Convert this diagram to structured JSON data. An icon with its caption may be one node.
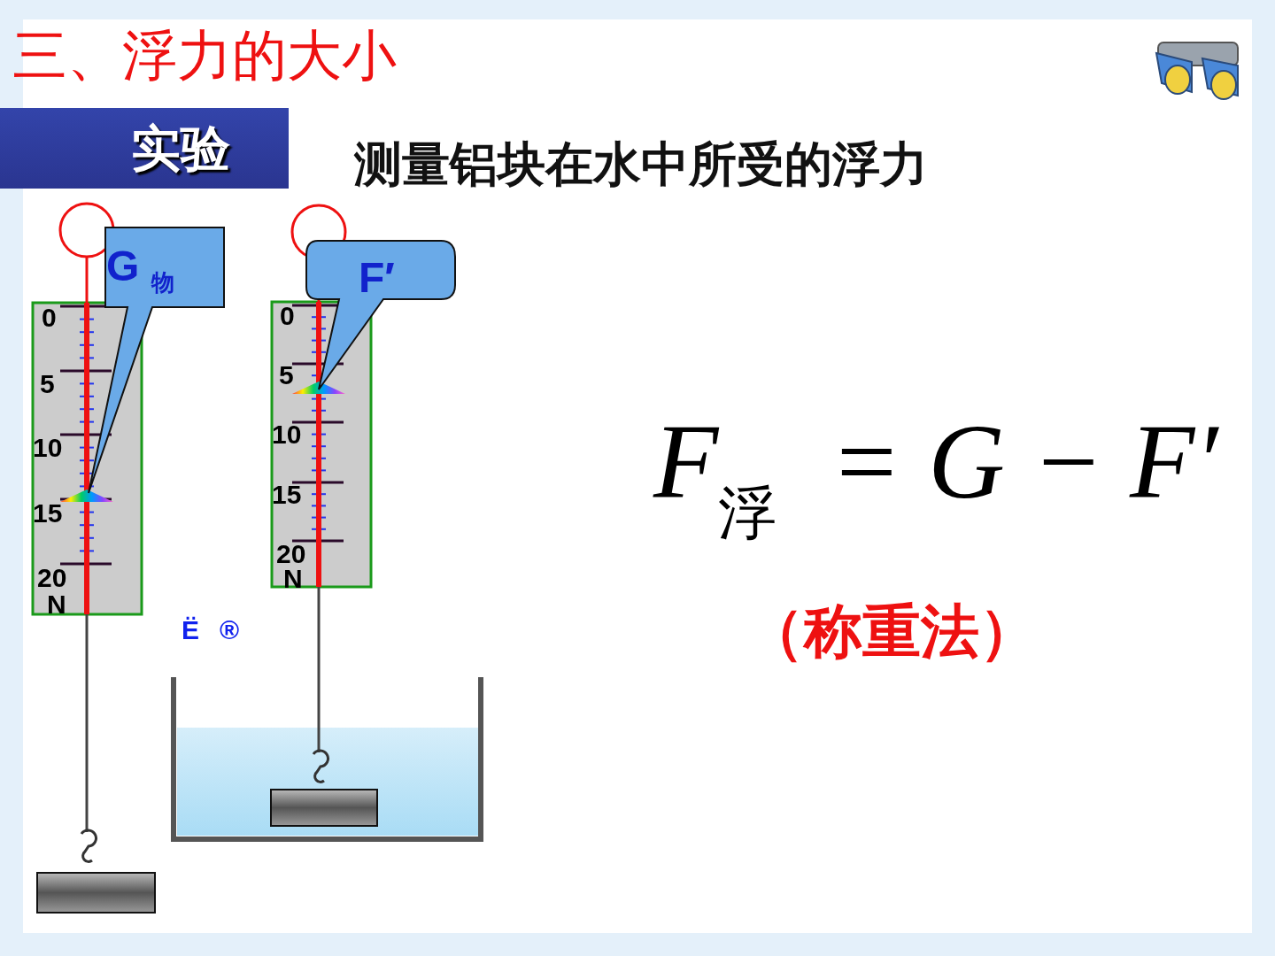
{
  "diagram": {
    "title": "三、浮力的大小",
    "nodes": [
      {
        "text": [
          "实验"
        ]
      },
      {
        "text": [
          "G$_{物}$"
        ]
      },
      {
        "text": [
          "F′"
        ]
      }
    ],
    "labels": [
      "测量铝块在水中所受的浮力",
      "0",
      "5",
      "10",
      "15",
      "20",
      "N",
      "0",
      "5",
      "10",
      "15",
      "20",
      "N",
      "Ë",
      "®",
      "F$_{浮}$ = G − F′",
      "（称重法）"
    ]
  }
}
